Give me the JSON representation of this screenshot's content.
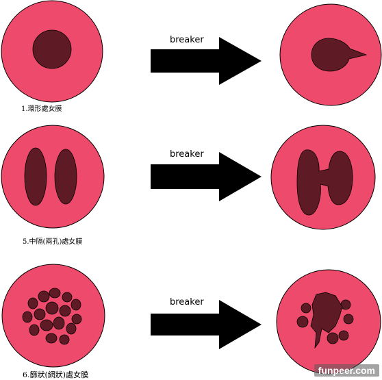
{
  "colors": {
    "membrane": "#ee4a6b",
    "opening": "#5e1b26",
    "outline": "#000000",
    "arrow": "#000000"
  },
  "rows": [
    {
      "caption": "1.環形處女膜",
      "arrow_label": "breaker",
      "before_icon": "annular-hymen-icon",
      "after_icon": "torn-annular-hymen-icon"
    },
    {
      "caption": "5.中隔(兩孔)處女膜",
      "arrow_label": "breaker",
      "before_icon": "septate-hymen-icon",
      "after_icon": "torn-septate-hymen-icon"
    },
    {
      "caption": "6.篩狀(網狀)處女膜",
      "arrow_label": "breaker",
      "before_icon": "cribriform-hymen-icon",
      "after_icon": "torn-cribriform-hymen-icon"
    }
  ],
  "watermark": "funpeer.com"
}
